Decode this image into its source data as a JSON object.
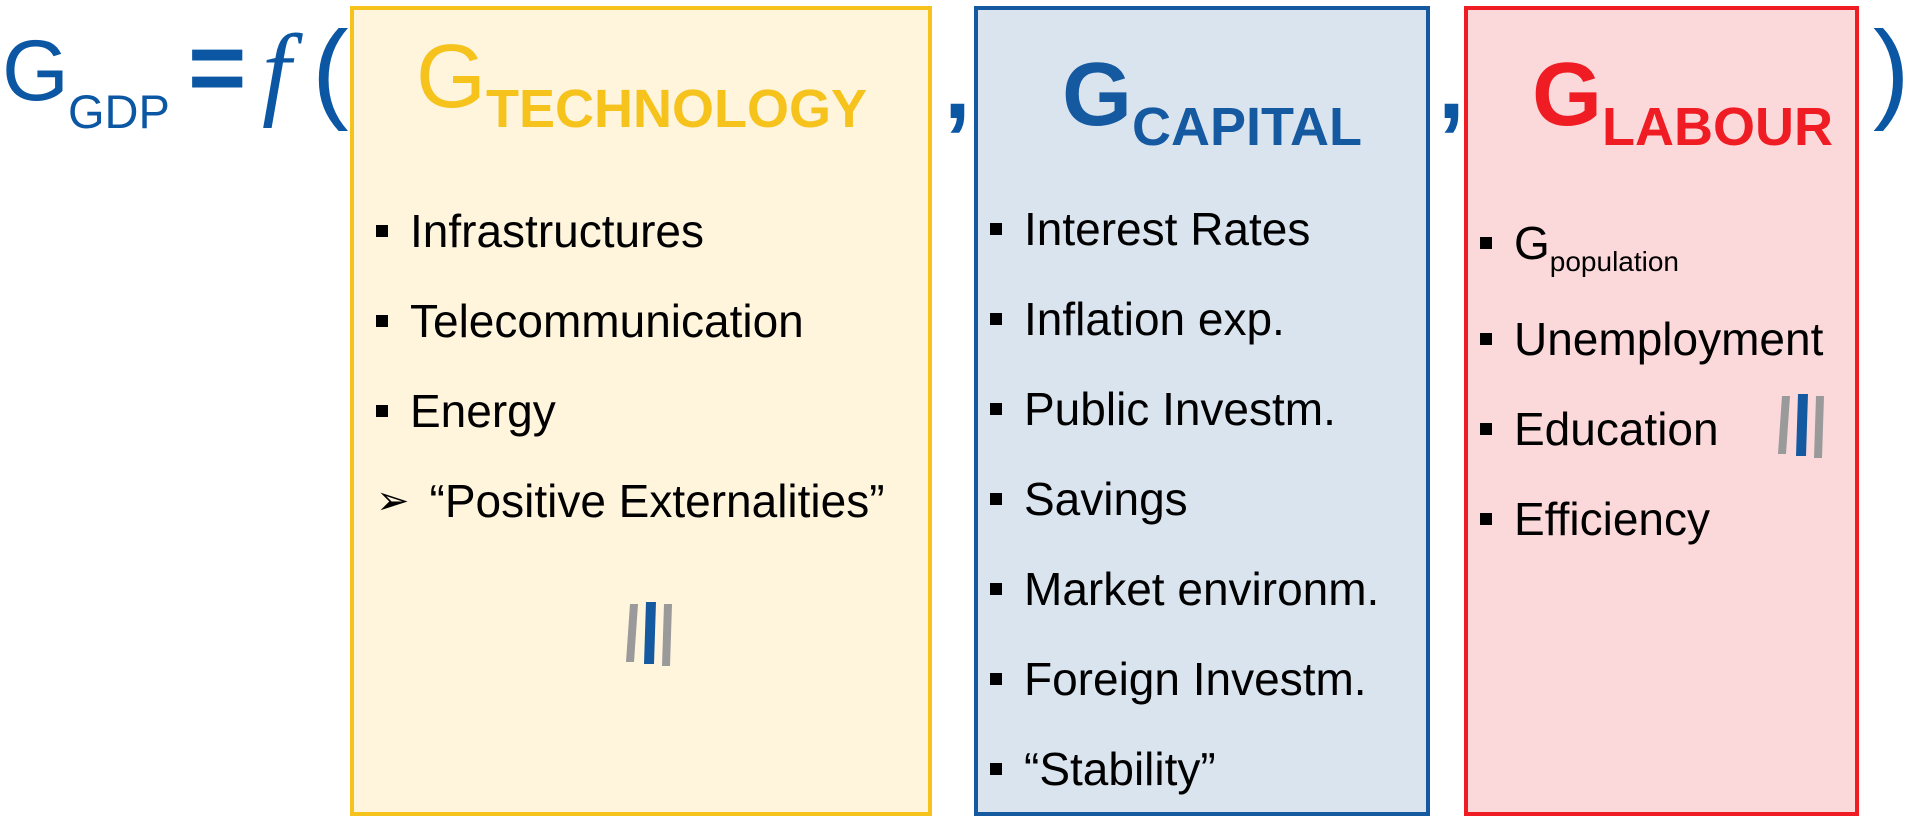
{
  "equation": {
    "lhs_main": "G",
    "lhs_sub": "GDP",
    "equals": "=",
    "function_symbol": "f",
    "open_paren": "(",
    "close_paren": ")",
    "separator": ","
  },
  "groups": [
    {
      "id": "technology",
      "header_main": "G",
      "header_sub": "TECHNOLOGY",
      "color": "#f6c21c",
      "background": "#fff4dc",
      "items": [
        {
          "label": "Infrastructures",
          "marker": "square"
        },
        {
          "label": "Telecommunication",
          "marker": "square"
        },
        {
          "label": "Energy",
          "marker": "square"
        },
        {
          "label": "“Positive Externalities”",
          "marker": "arrow"
        }
      ],
      "logo_icon": "stripes-logo-icon"
    },
    {
      "id": "capital",
      "header_main": "G",
      "header_sub": "CAPITAL",
      "color": "#155aa0",
      "background": "#dae4ef",
      "items": [
        {
          "label": "Interest Rates",
          "marker": "square"
        },
        {
          "label": "Inflation exp.",
          "marker": "square"
        },
        {
          "label": "Public Investm.",
          "marker": "square"
        },
        {
          "label": "Savings",
          "marker": "square"
        },
        {
          "label": "Market environm.",
          "marker": "square"
        },
        {
          "label": "Foreign Investm.",
          "marker": "square"
        },
        {
          "label": "“Stability”",
          "marker": "square"
        }
      ]
    },
    {
      "id": "labour",
      "header_main": "G",
      "header_sub": "LABOUR",
      "color": "#ef1c24",
      "background": "#fbd9da",
      "items": [
        {
          "label_main": "G",
          "label_sub": "population",
          "marker": "square"
        },
        {
          "label": "Unemployment",
          "marker": "square"
        },
        {
          "label": "Education",
          "marker": "square"
        },
        {
          "label": "Efficiency",
          "marker": "square"
        }
      ],
      "logo_icon": "stripes-logo-icon"
    }
  ],
  "icons": {
    "square_bullet": "square-bullet-icon",
    "arrow_bullet": "arrowhead-bullet-icon",
    "logo": "stripes-logo-icon"
  }
}
